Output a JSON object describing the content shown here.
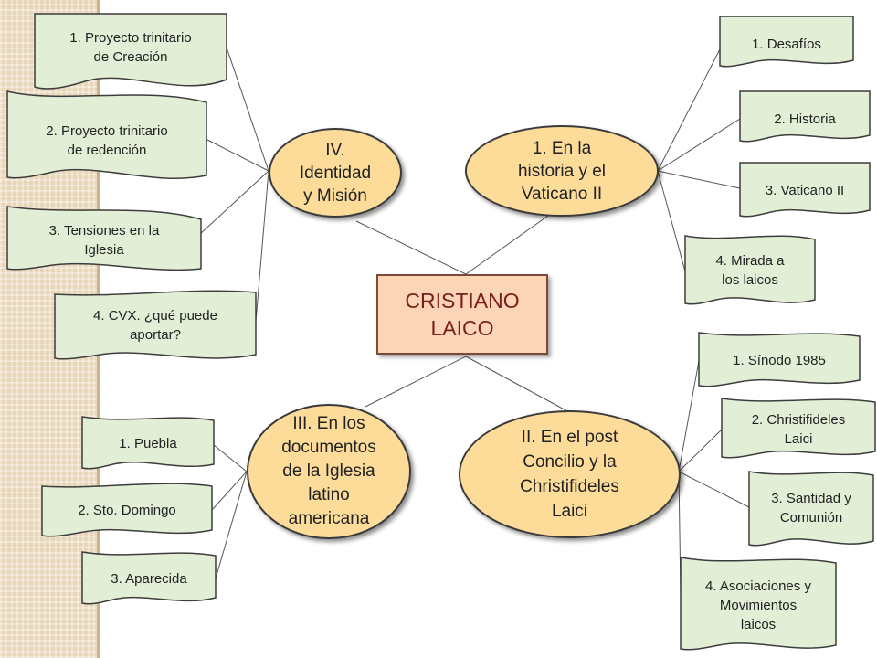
{
  "center": {
    "line1": "CRISTIANO",
    "line2": "LAICO"
  },
  "hubs": {
    "identidad": {
      "lines": [
        "IV.",
        "Identidad",
        "y Misión"
      ]
    },
    "historia": {
      "lines": [
        "1. En la",
        "historia y el",
        "Vaticano II"
      ]
    },
    "documentos": {
      "lines": [
        "III. En los",
        "documentos",
        "de la Iglesia",
        "latino",
        "americana"
      ]
    },
    "postconcilio": {
      "lines": [
        "II. En el post",
        "Concilio y la",
        "Christifideles",
        "Laici"
      ]
    }
  },
  "leaves": {
    "creacion": [
      "1. Proyecto trinitario",
      "de Creación"
    ],
    "redencion": [
      "2. Proyecto trinitario",
      "de redención"
    ],
    "tensiones": [
      "3. Tensiones en la",
      "Iglesia"
    ],
    "cvx": [
      "4. CVX. ¿qué puede",
      "aportar?"
    ],
    "desafios": [
      "1. Desafíos"
    ],
    "historia": [
      "2. Historia"
    ],
    "vaticano": [
      "3. Vaticano II"
    ],
    "mirada": [
      "4. Mirada a",
      "los laicos"
    ],
    "puebla": [
      "1. Puebla"
    ],
    "domingo": [
      "2. Sto. Domingo"
    ],
    "aparecida": [
      "3. Aparecida"
    ],
    "sinodo": [
      "1. Sínodo 1985"
    ],
    "christifideles": [
      "2. Christifideles",
      "Laici"
    ],
    "santidad": [
      "3. Santidad y",
      "Comunión"
    ],
    "asociaciones": [
      "4. Asociaciones y",
      "Movimientos",
      "laicos"
    ]
  },
  "colors": {
    "leaf_fill": "#e2efd6",
    "leaf_border": "#3d3d3d",
    "hub_fill": "#fddc9a",
    "center_fill": "#fbd5b5",
    "center_text": "#7a1f1f",
    "line": "#555555"
  }
}
